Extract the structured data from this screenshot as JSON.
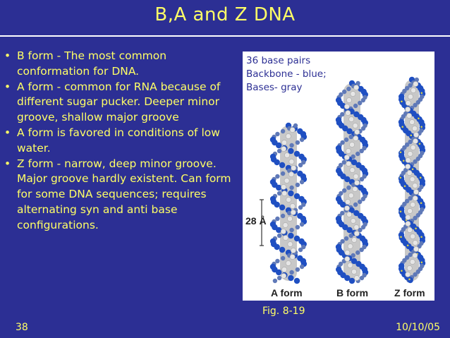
{
  "title": "B,A and Z DNA",
  "bullets": [
    {
      "marker": "•",
      "text": "B form - The most common conformation for DNA."
    },
    {
      "marker": "•",
      "text": "A form - common for RNA because of different sugar pucker. Deeper minor groove, shallow major groove"
    },
    {
      "marker": "•",
      "text": "A form is favored in conditions of low water."
    },
    {
      "marker": "•",
      "text": "Z form - narrow, deep minor groove. Major groove hardly existent. Can form for some DNA sequences; requires alternating syn and anti base configurations."
    }
  ],
  "figure": {
    "note_lines": [
      "36 base pairs",
      "Backbone - blue;",
      "Bases- gray"
    ],
    "scale_label": "28 Å",
    "form_labels": [
      "A form",
      "B form",
      "Z form"
    ]
  },
  "caption": "Fig. 8-19",
  "slide_number": "38",
  "date": "10/10/05",
  "colors": {
    "background": "#2c2f94",
    "text": "#ffff66",
    "backbone": "#1f4fc2",
    "bases": "#c8c8c8"
  }
}
